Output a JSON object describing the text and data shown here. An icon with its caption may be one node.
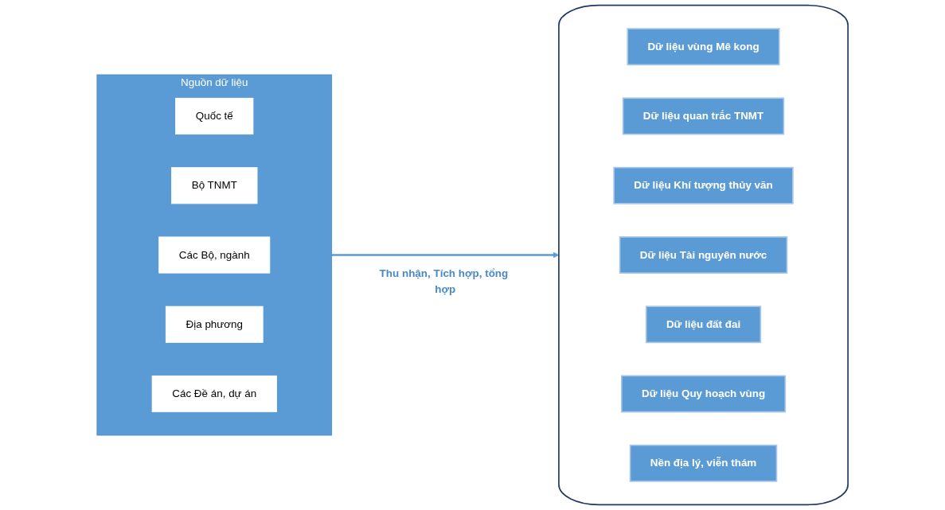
{
  "diagram": {
    "nodes": [
      {
        "text": [
          "Nguồn dữ liệu"
        ]
      },
      {
        "text": [
          "Quốc tế"
        ],
        "in": 0
      },
      {
        "text": [
          "Bộ TNMT"
        ],
        "in": 0
      },
      {
        "text": [
          "Các Bộ, ngành"
        ],
        "in": 0
      },
      {
        "text": [
          "Địa phương"
        ],
        "in": 0
      },
      {
        "text": [
          "Các Đề án, dự án"
        ],
        "in": 0
      },
      {
        "text": [],
        "shape": "cylinder"
      },
      {
        "text": [
          "Dữ liệu vùng Mê kong"
        ],
        "in": 6
      },
      {
        "text": [
          "Dữ liệu quan trắc TNMT"
        ],
        "in": 6
      },
      {
        "text": [
          "Dữ liệu Khí tượng thủy văn"
        ],
        "in": 6
      },
      {
        "text": [
          "Dữ liệu Tài nguyên nước"
        ],
        "in": 6
      },
      {
        "text": [
          "Dữ liệu đất đai"
        ],
        "in": 6
      },
      {
        "text": [
          "Dữ liệu Quy hoạch vùng"
        ],
        "in": 6
      },
      {
        "text": [
          "Nền địa lý, viễn thám"
        ],
        "in": 6
      }
    ],
    "edges": [
      {
        "from": 0,
        "to": 6,
        "arrow": "to",
        "label": "Thu nhận, Tích hợp, tổng hợp"
      }
    ]
  }
}
